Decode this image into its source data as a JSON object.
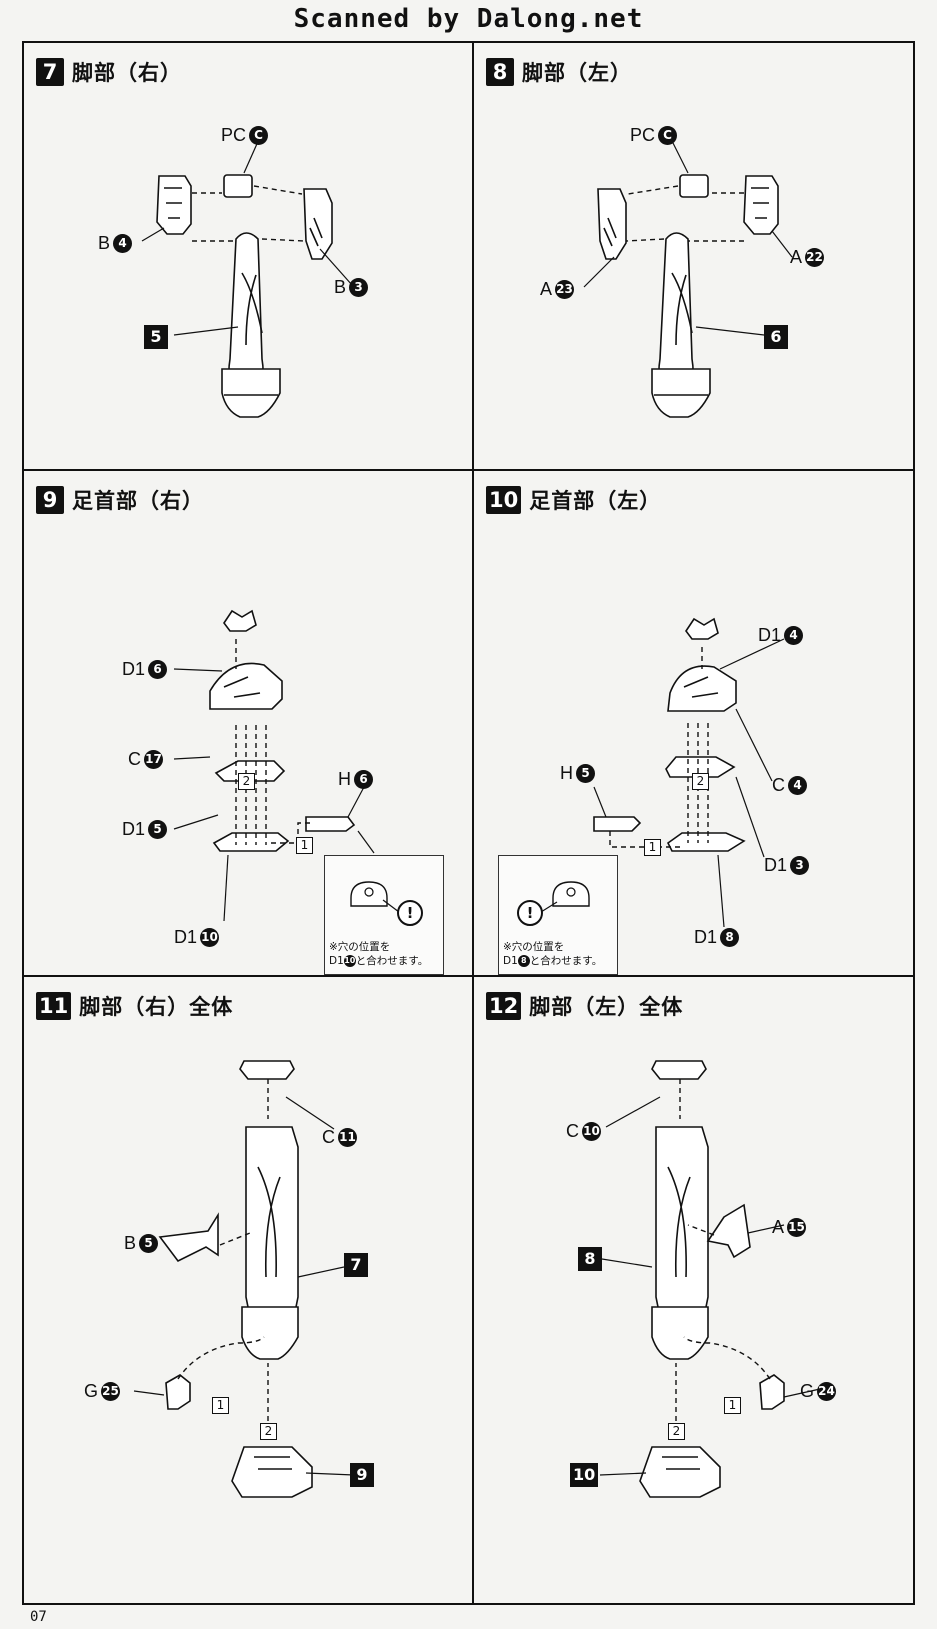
{
  "header": {
    "scan_credit": "Scanned by Dalong.net"
  },
  "page_number": "07",
  "steps": [
    {
      "num": "7",
      "title": "脚部（右）",
      "labels": [
        {
          "prefix": "PC",
          "code": "C"
        },
        {
          "prefix": "B",
          "code": "4"
        },
        {
          "prefix": "B",
          "code": "3"
        }
      ],
      "part_box": "5"
    },
    {
      "num": "8",
      "title": "脚部（左）",
      "labels": [
        {
          "prefix": "PC",
          "code": "C"
        },
        {
          "prefix": "A",
          "code": "22"
        },
        {
          "prefix": "A",
          "code": "23"
        }
      ],
      "part_box": "6"
    },
    {
      "num": "9",
      "title": "足首部（右）",
      "labels": [
        {
          "prefix": "D1",
          "code": "6"
        },
        {
          "prefix": "C",
          "code": "17"
        },
        {
          "prefix": "D1",
          "code": "5"
        },
        {
          "prefix": "D1",
          "code": "10"
        },
        {
          "prefix": "H",
          "code": "6"
        }
      ],
      "seq": [
        "2",
        "1"
      ],
      "note": {
        "line1": "※穴の位置を",
        "line2_prefix": "D1",
        "line2_code": "10",
        "line2_suffix": "と合わせます。"
      }
    },
    {
      "num": "10",
      "title": "足首部（左）",
      "labels": [
        {
          "prefix": "D1",
          "code": "4"
        },
        {
          "prefix": "H",
          "code": "5"
        },
        {
          "prefix": "C",
          "code": "4"
        },
        {
          "prefix": "D1",
          "code": "3"
        },
        {
          "prefix": "D1",
          "code": "8"
        }
      ],
      "seq": [
        "2",
        "1"
      ],
      "note": {
        "line1": "※穴の位置を",
        "line2_prefix": "D1",
        "line2_code": "8",
        "line2_suffix": "と合わせます。"
      }
    },
    {
      "num": "11",
      "title": "脚部（右）全体",
      "labels": [
        {
          "prefix": "C",
          "code": "11"
        },
        {
          "prefix": "B",
          "code": "5"
        },
        {
          "prefix": "G",
          "code": "25"
        }
      ],
      "part_boxes": [
        "7",
        "9"
      ],
      "seq": [
        "1",
        "2"
      ]
    },
    {
      "num": "12",
      "title": "脚部（左）全体",
      "labels": [
        {
          "prefix": "C",
          "code": "10"
        },
        {
          "prefix": "A",
          "code": "15"
        },
        {
          "prefix": "G",
          "code": "24"
        }
      ],
      "part_boxes": [
        "8",
        "10"
      ],
      "seq": [
        "1",
        "2"
      ]
    }
  ]
}
